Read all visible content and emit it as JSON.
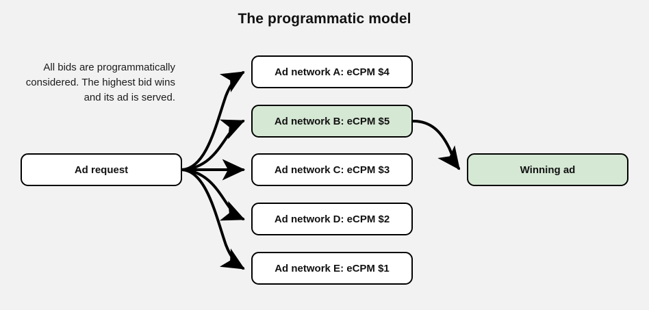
{
  "page": {
    "title": "The programmatic model",
    "background_color": "#f2f2f2",
    "caption": "All bids are programmatically considered. The highest bid wins and its ad is served."
  },
  "colors": {
    "node_fill": "#ffffff",
    "highlight_fill": "#d5e8d4",
    "stroke": "#000000",
    "text": "#111111"
  },
  "diagram": {
    "type": "flow",
    "source_node": {
      "label": "Ad request",
      "highlighted": false
    },
    "network_nodes": [
      {
        "label": "Ad network A: eCPM $4",
        "network": "A",
        "ecpm": 4,
        "highlighted": false
      },
      {
        "label": "Ad network B: eCPM $5",
        "network": "B",
        "ecpm": 5,
        "highlighted": true
      },
      {
        "label": "Ad network C: eCPM $3",
        "network": "C",
        "ecpm": 3,
        "highlighted": false
      },
      {
        "label": "Ad network D: eCPM $2",
        "network": "D",
        "ecpm": 2,
        "highlighted": false
      },
      {
        "label": "Ad network E: eCPM $1",
        "network": "E",
        "ecpm": 1,
        "highlighted": false
      }
    ],
    "winner_node": {
      "label": "Winning ad",
      "highlighted": true
    },
    "edges": [
      {
        "from": "Ad request",
        "to": "Ad network A: eCPM $4"
      },
      {
        "from": "Ad request",
        "to": "Ad network B: eCPM $5"
      },
      {
        "from": "Ad request",
        "to": "Ad network C: eCPM $3"
      },
      {
        "from": "Ad request",
        "to": "Ad network D: eCPM $2"
      },
      {
        "from": "Ad request",
        "to": "Ad network E: eCPM $1"
      },
      {
        "from": "Ad network B: eCPM $5",
        "to": "Winning ad"
      }
    ]
  }
}
